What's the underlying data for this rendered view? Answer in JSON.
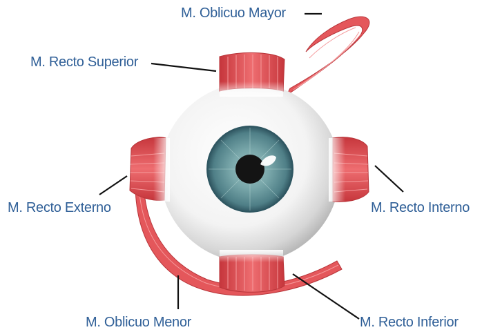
{
  "colors": {
    "label_text": "#2f5f97",
    "leader_line": "#111111",
    "muscle": "#e4575b",
    "muscle_dark": "#c2393e",
    "muscle_light": "#f7b5b5",
    "sclera": "#ffffff",
    "iris": "#5f8e94",
    "pupil": "#141414"
  },
  "labels": {
    "oblicuo_mayor": "M. Oblicuo Mayor",
    "recto_superior": "M. Recto Superior",
    "recto_externo": "M. Recto Externo",
    "recto_interno": "M. Recto Interno",
    "oblicuo_menor": "M. Oblicuo Menor",
    "recto_inferior": "M. Recto Inferior"
  }
}
